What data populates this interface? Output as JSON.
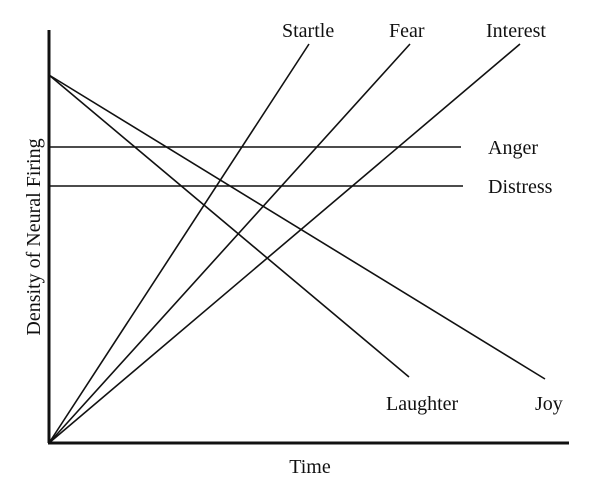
{
  "diagram": {
    "x_axis_label": "Time",
    "y_axis_label": "Density of Neural Firing",
    "lines": [
      {
        "id": "startle",
        "label": "Startle"
      },
      {
        "id": "fear",
        "label": "Fear"
      },
      {
        "id": "interest",
        "label": "Interest"
      },
      {
        "id": "anger",
        "label": "Anger"
      },
      {
        "id": "distress",
        "label": "Distress"
      },
      {
        "id": "laughter",
        "label": "Laughter"
      },
      {
        "id": "joy",
        "label": "Joy"
      }
    ]
  }
}
